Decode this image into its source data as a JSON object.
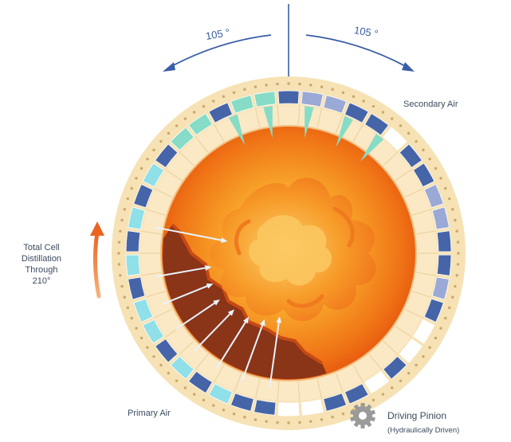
{
  "labels": {
    "rotation_left": "105 °",
    "rotation_right": "105 °",
    "secondary_air": "Secondary Air",
    "primary_air": "Primary Air",
    "total_cell_line1": "Total Cell",
    "total_cell_line2": "Distillation",
    "total_cell_line3": "Through",
    "total_cell_line4": "210°",
    "driving_pinion": "Driving Pinion",
    "driving_pinion_sub": "(Hydraulically Driven)"
  },
  "colors": {
    "outer_ring": "#f6e2b4",
    "dot": "#c9a86a",
    "cell_dark": "#4664a8",
    "cell_light": "#9aa9d6",
    "cell_cyan": "#8fe0e8",
    "cell_teal": "#86dcc6",
    "cell_white": "#ffffff",
    "inner_ring": "#fbe8c4",
    "fire_core": "#fbd467",
    "fire_mid": "#f79a22",
    "fire_edge": "#e8540c",
    "char": "#8a3010",
    "arrow": "#3a5ea8",
    "label": "#3c4a5e"
  },
  "cells": [
    "dark",
    "light",
    "light",
    "dark",
    "dark",
    "white",
    "dark",
    "dark",
    "light",
    "light",
    "dark",
    "dark",
    "light",
    "dark",
    "white",
    "white",
    "dark",
    "white",
    "dark",
    "dark",
    "white",
    "white",
    "dark",
    "dark",
    "cyan",
    "dark",
    "cyan",
    "dark",
    "cyan",
    "cyan",
    "dark",
    "cyan",
    "dark",
    "cyan",
    "dark",
    "cyan",
    "dark",
    "teal",
    "teal",
    "dark",
    "teal",
    "teal"
  ]
}
